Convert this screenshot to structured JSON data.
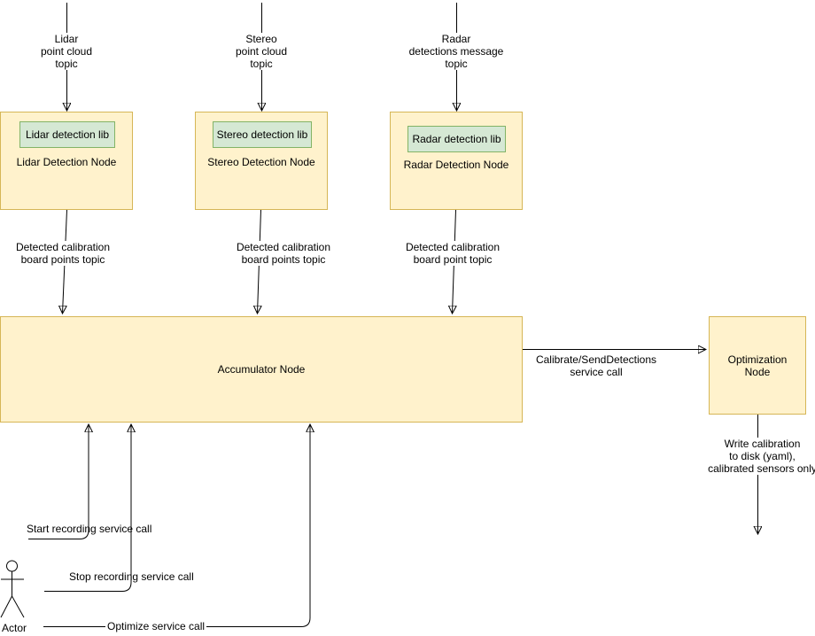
{
  "colors": {
    "node_fill": "#FFF2CC",
    "node_border": "#D6B656",
    "lib_fill": "#D5E8D4",
    "lib_border": "#82B366",
    "line": "#000000",
    "canvas": "#FFFFFF"
  },
  "sensors": [
    {
      "topic": "Lidar\npoint cloud\ntopic",
      "lib": "Lidar detection lib",
      "node": "Lidar Detection Node",
      "output": "Detected calibration\nboard points topic"
    },
    {
      "topic": "Stereo\npoint cloud\ntopic",
      "lib": "Stereo detection lib",
      "node": "Stereo Detection Node",
      "output": "Detected calibration\nboard points topic"
    },
    {
      "topic": "Radar\ndetections message\ntopic",
      "lib": "Radar detection lib",
      "node": "Radar Detection Node",
      "output": "Detected calibration\nboard point topic"
    }
  ],
  "accumulator_label": "Accumulator Node",
  "optimization_label": "Optimization\nNode",
  "edge_labels": {
    "calibrate_service": "Calibrate/SendDetections\nservice call",
    "write_output": "Write calibration\nto disk (yaml),\ncalibrated sensors only",
    "start_recording": "Start recording service call",
    "stop_recording": "Stop recording service call",
    "optimize": "Optimize service call"
  },
  "actor_label": "Actor"
}
